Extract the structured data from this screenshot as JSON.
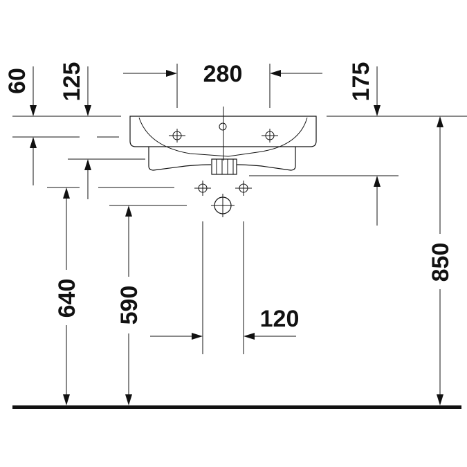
{
  "dimensions": {
    "width_280": "280",
    "depth_60": "60",
    "depth_125": "125",
    "depth_175": "175",
    "height_640": "640",
    "height_590": "590",
    "height_850": "850",
    "spacing_120": "120"
  },
  "colors": {
    "line": "#111111",
    "background": "#ffffff"
  }
}
